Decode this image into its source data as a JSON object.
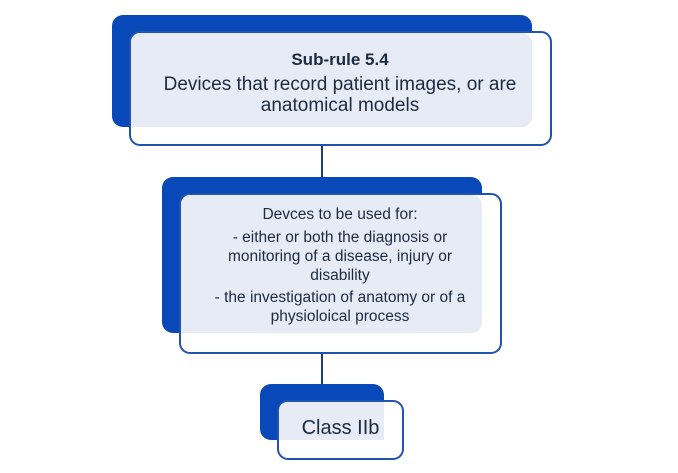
{
  "nodes": [
    {
      "title": "Sub-rule 5.4",
      "text": "Devices that record patient images, or are anatomical models"
    },
    {
      "title": "Devces to be used for:",
      "items": [
        "- either or both the diagnosis or monitoring of a disease, injury or disability",
        "- the investigation of anatomy or of a physioloical process"
      ]
    },
    {
      "title": "Class IIb"
    }
  ],
  "colors": {
    "accent": "#0848b8",
    "border": "#2054b0",
    "fill": "#e6ebf6"
  }
}
